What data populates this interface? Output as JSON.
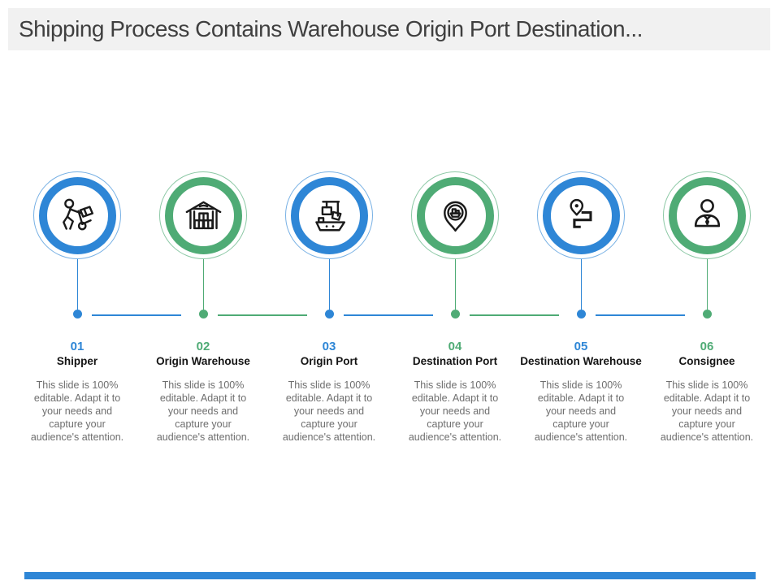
{
  "title": "Shipping Process Contains Warehouse Origin Port Destination...",
  "colors": {
    "blue": "#2e86d6",
    "green": "#4fab75",
    "title_bar_bg": "#f1f1f1",
    "title_text": "#3f3f3f",
    "label_text": "#141414",
    "description_text": "#6e6e6e",
    "icon_stroke": "#1a1a1a",
    "footer_bar": "#2e86d6"
  },
  "description_lines": [
    "This slide is 100%",
    "editable. Adapt it to",
    "your needs and",
    "capture your",
    "audience's attention."
  ],
  "steps": [
    {
      "number": "01",
      "label": "Shipper",
      "color": "blue",
      "icon": "hand-truck-shipper-icon"
    },
    {
      "number": "02",
      "label": "Origin Warehouse",
      "color": "green",
      "icon": "warehouse-icon"
    },
    {
      "number": "03",
      "label": "Origin Port",
      "color": "blue",
      "icon": "port-crane-ship-icon"
    },
    {
      "number": "04",
      "label": "Destination Port",
      "color": "green",
      "icon": "ship-location-pin-icon"
    },
    {
      "number": "05",
      "label": "Destination Warehouse",
      "color": "blue",
      "icon": "route-pin-icon"
    },
    {
      "number": "06",
      "label": "Consignee",
      "color": "green",
      "icon": "person-tie-icon"
    }
  ]
}
